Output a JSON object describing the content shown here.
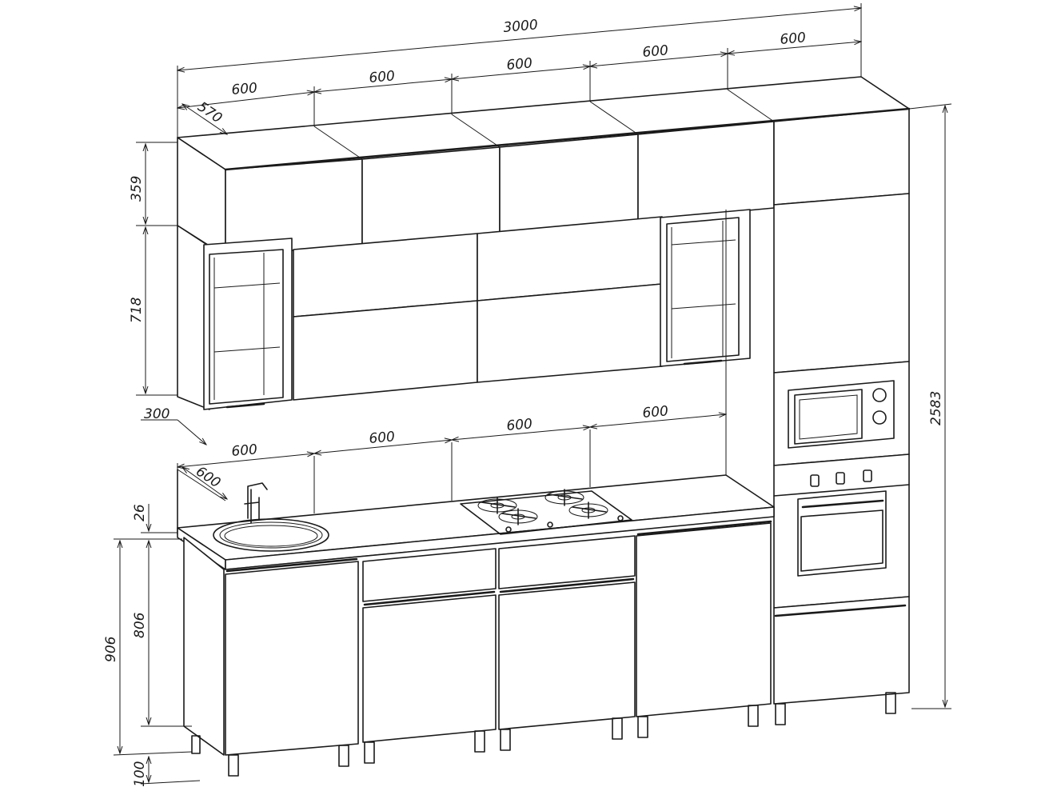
{
  "dimensions": {
    "total_width": "3000",
    "upper_modules": [
      "600",
      "600",
      "600",
      "600",
      "600"
    ],
    "upper_depth": "570",
    "mezzanine_height": "359",
    "upper_cabinet_height": "718",
    "upper_cabinet_depth": "300",
    "lower_modules": [
      "600",
      "600",
      "600",
      "600"
    ],
    "lower_depth": "600",
    "countertop_thickness": "26",
    "lower_total_height": "906",
    "lower_body_height": "806",
    "leg_height": "100",
    "column_height": "2583"
  }
}
